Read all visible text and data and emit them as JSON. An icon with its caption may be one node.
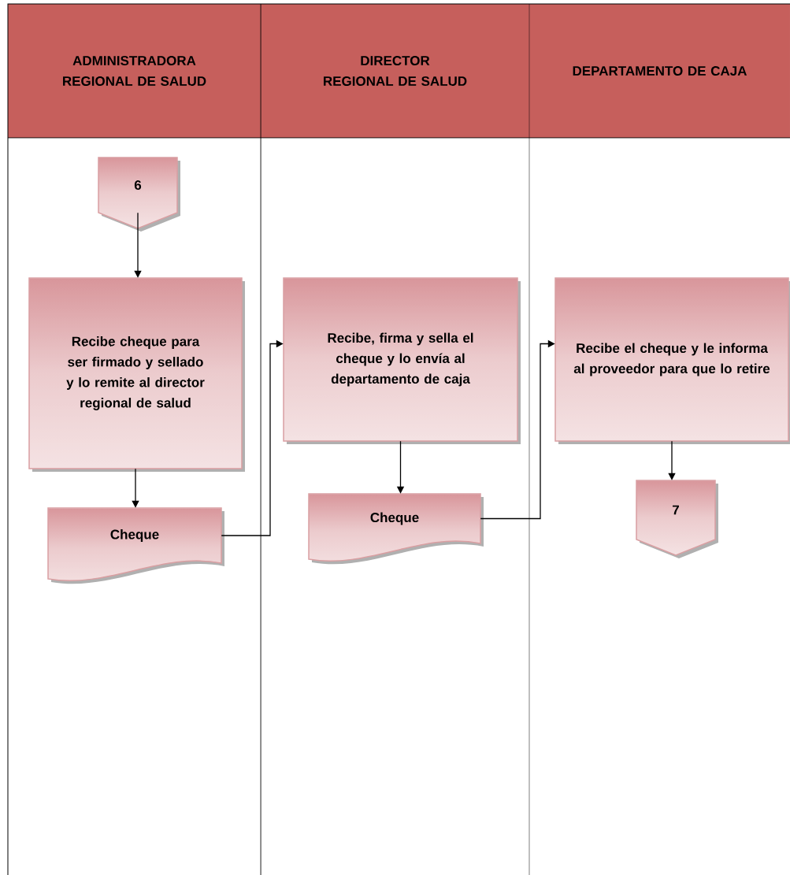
{
  "diagram": {
    "nodes": [
      {
        "text": [
          "ADMINISTRADORA REGIONAL DE SALUD"
        ]
      },
      {
        "text": [
          "DIRECTOR REGIONAL DE SALUD"
        ]
      },
      {
        "text": [
          "DEPARTAMENTO DE CAJA"
        ]
      },
      {
        "text": [
          "6"
        ]
      },
      {
        "text": [
          "Recibe cheque para ser firmado y sellado y lo remite al director regional de salud"
        ]
      },
      {
        "text": [
          "Cheque"
        ]
      },
      {
        "text": [
          "Recibe, firma y sella el cheque y lo envía al departamento de caja"
        ]
      },
      {
        "text": [
          "Cheque"
        ]
      },
      {
        "text": [
          "Recibe el cheque y le informa al proveedor para que lo retire"
        ]
      },
      {
        "text": [
          "7"
        ]
      }
    ],
    "edges": [
      {
        "from": 3,
        "to": 4,
        "arrow": "to"
      },
      {
        "from": 4,
        "to": 5,
        "arrow": "to"
      },
      {
        "from": 5,
        "to": 6,
        "arrow": "to"
      },
      {
        "from": 6,
        "to": 7,
        "arrow": "to"
      },
      {
        "from": 7,
        "to": 8,
        "arrow": "to"
      },
      {
        "from": 8,
        "to": 9,
        "arrow": "to"
      }
    ]
  }
}
